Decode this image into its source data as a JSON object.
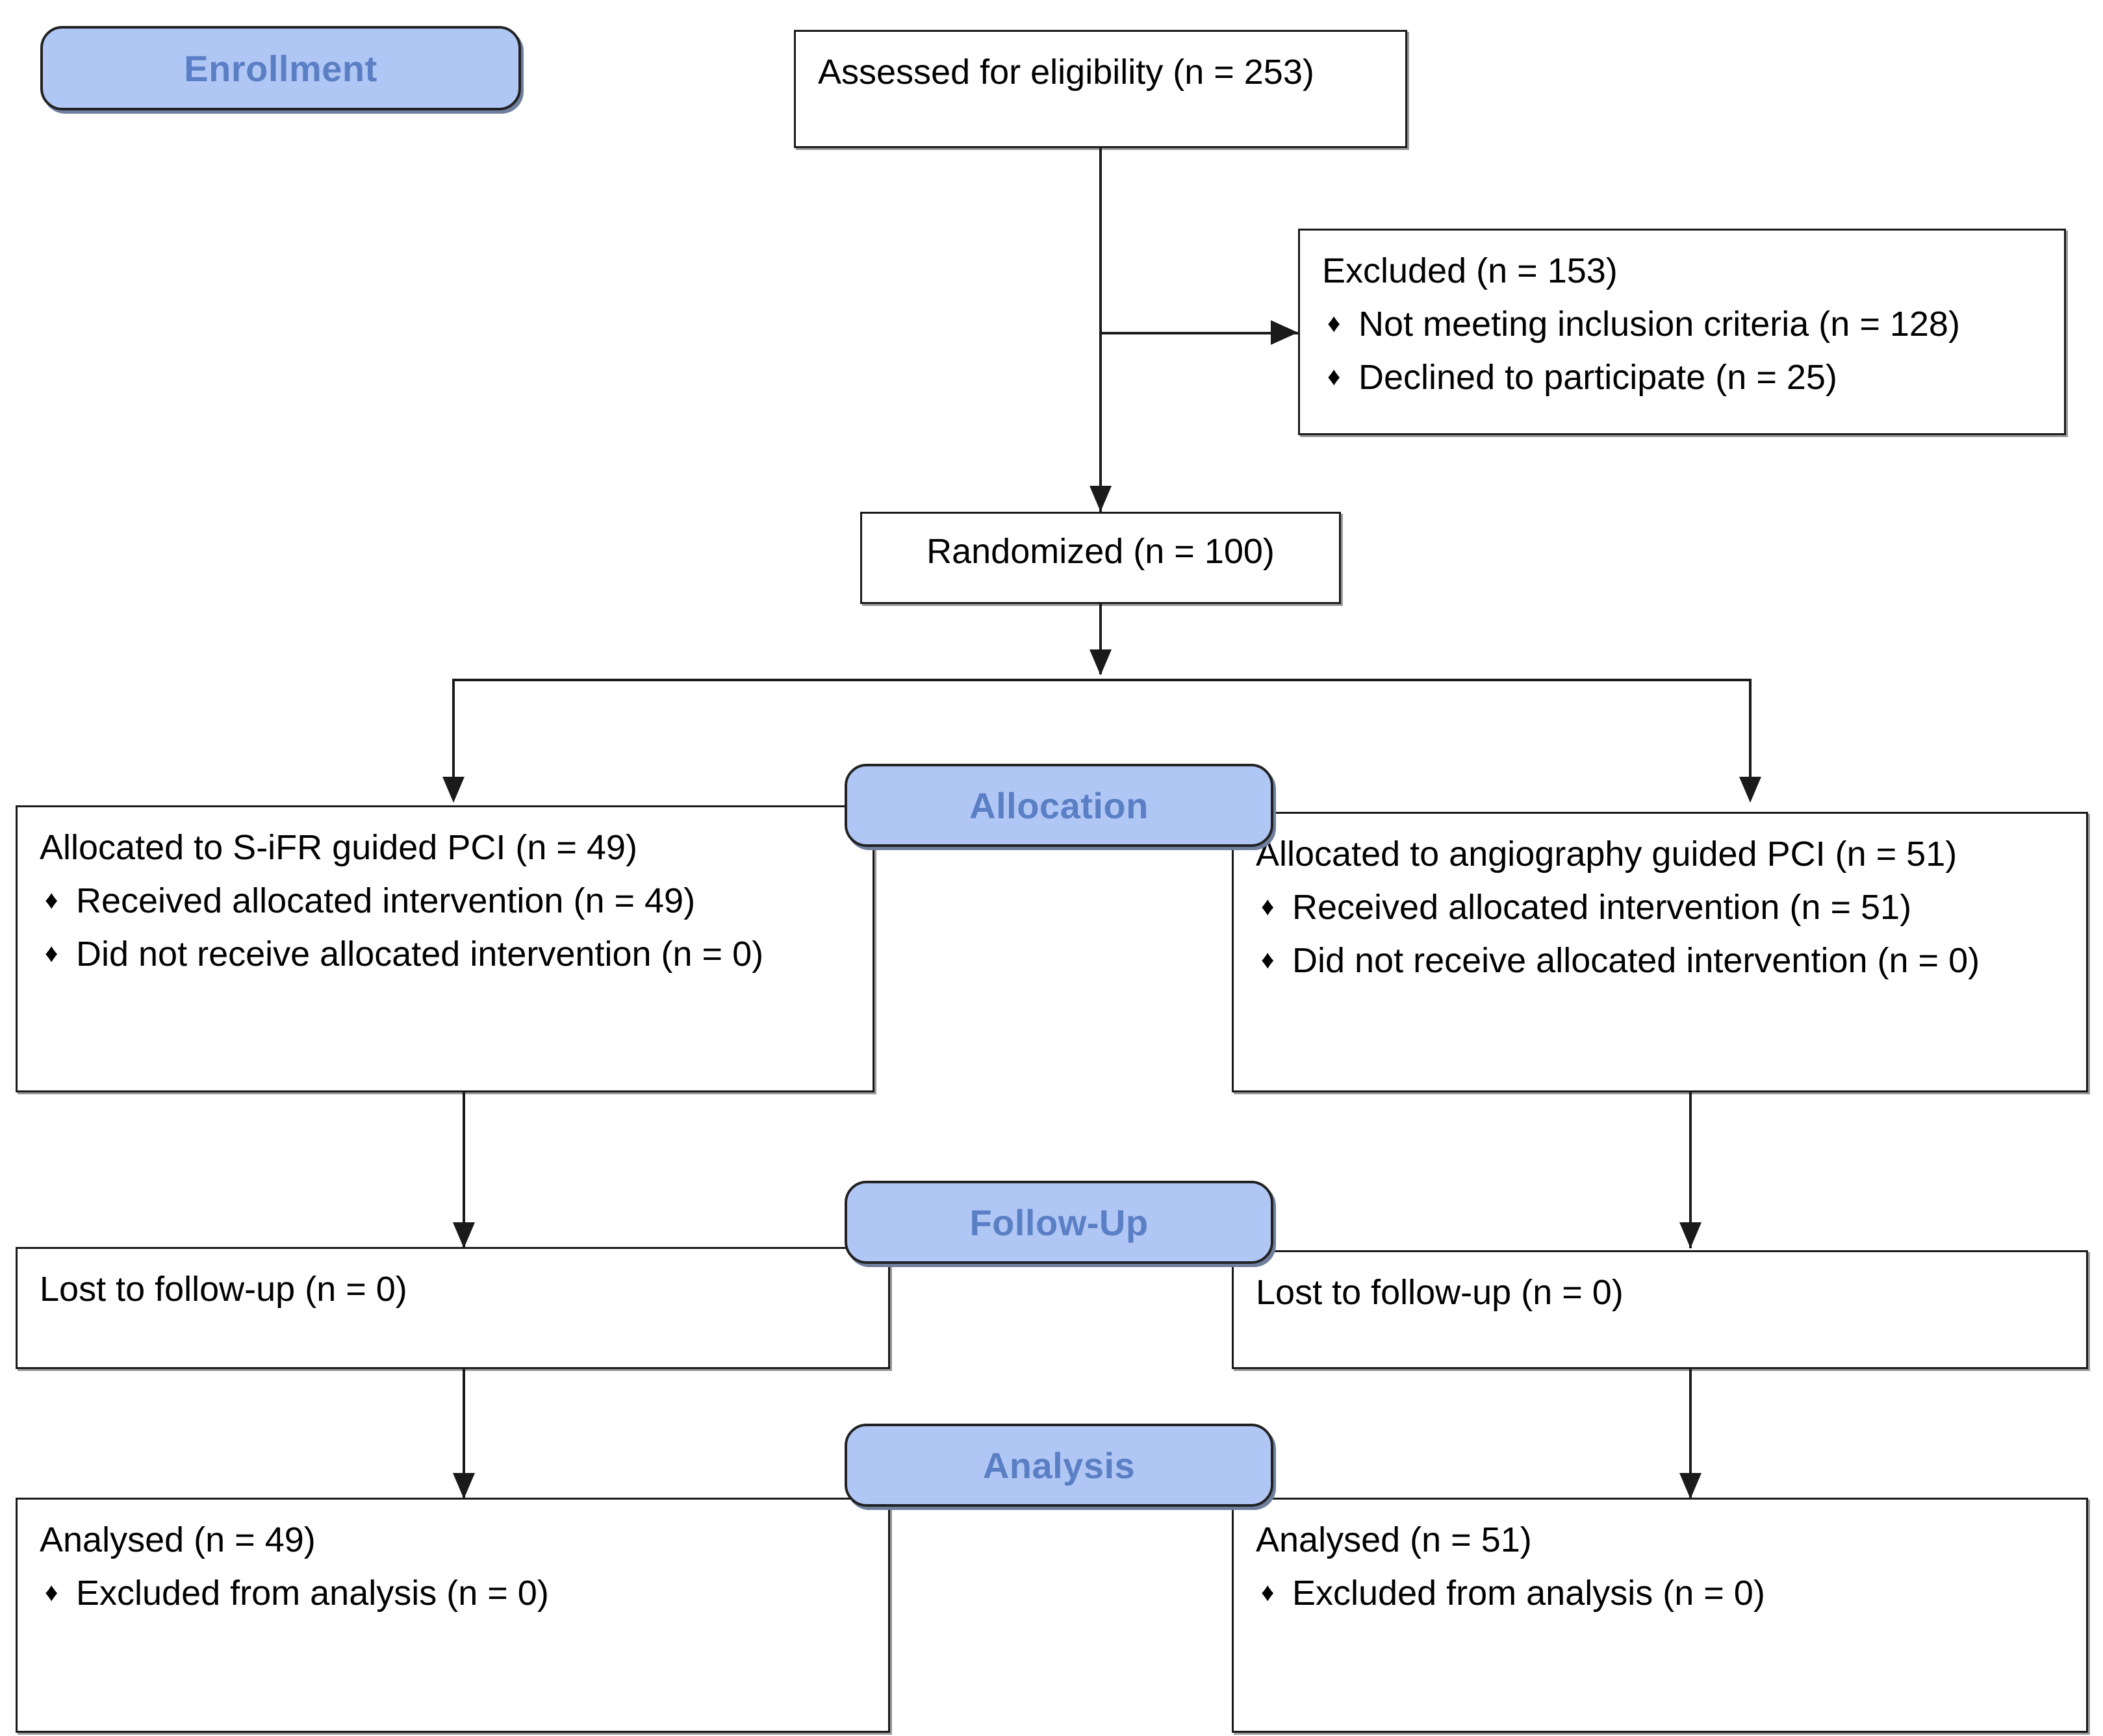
{
  "diagram": {
    "type": "consort-flow-diagram",
    "accent_fill": "#b0c6f5",
    "accent_text": "#5b7fc4",
    "line_color": "#1a1a1a",
    "bullet_glyph": "♦"
  },
  "stages": {
    "enrollment": "Enrollment",
    "allocation": "Allocation",
    "followup": "Follow-Up",
    "analysis": "Analysis"
  },
  "nodes": {
    "assessed": {
      "line1": "Assessed for eligibility (n = 253)"
    },
    "excluded": {
      "line1": "Excluded (n = 153)",
      "bullet1": "Not meeting inclusion criteria (n = 128)",
      "bullet2": "Declined to participate (n = 25)"
    },
    "randomized": {
      "line1": "Randomized (n = 100)"
    },
    "alloc_left": {
      "line1": "Allocated to S-iFR guided PCI (n = 49)",
      "bullet1": "Received allocated intervention (n = 49)",
      "bullet2": "Did not receive allocated intervention (n = 0)"
    },
    "alloc_right": {
      "line1": "Allocated to angiography guided PCI (n = 51)",
      "bullet1": "Received allocated intervention (n = 51)",
      "bullet2": "Did not receive allocated intervention (n = 0)"
    },
    "followup_left": {
      "line1": "Lost to follow-up (n = 0)"
    },
    "followup_right": {
      "line1": "Lost to follow-up (n = 0)"
    },
    "analysis_left": {
      "line1": "Analysed (n = 49)",
      "bullet1": "Excluded from analysis (n = 0)"
    },
    "analysis_right": {
      "line1": "Analysed (n = 51)",
      "bullet1": "Excluded from analysis (n = 0)"
    }
  }
}
